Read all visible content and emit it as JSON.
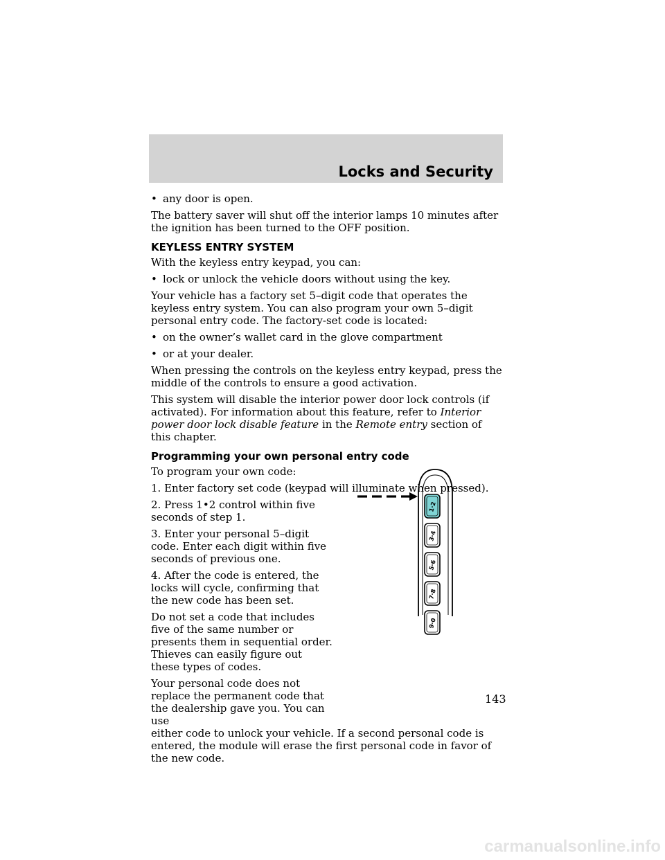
{
  "header": {
    "title": "Locks and Security"
  },
  "content": {
    "bullet_door_open": "any door is open.",
    "battery_saver": "The battery saver will shut off the interior lamps 10 minutes after the ignition has been turned to the OFF position.",
    "section_title": "KEYLESS ENTRY SYSTEM",
    "intro": "With the keyless entry keypad, you can:",
    "bullet_lock": "lock or unlock the vehicle doors without using the key.",
    "factory_code": "Your vehicle has a factory set 5–digit code that operates the keyless entry system. You can also program your own 5–digit personal entry code. The factory-set code is located:",
    "bullet_wallet": "on the owner’s wallet card in the glove compartment",
    "bullet_dealer": "or at your dealer.",
    "pressing": "When pressing the controls on the keyless entry keypad, press the middle of the controls to ensure a good activation.",
    "disable_1": "This system will disable the interior power door lock controls (if activated). For information about this feature, refer to",
    "disable_link1": "Interior power door lock disable feature",
    "disable_2": "in the",
    "disable_link2": "Remote entry",
    "disable_3": "section of this chapter.",
    "subsection_title": "Programming your own personal entry code",
    "to_program": "To program your own code:",
    "step1": "1. Enter factory set code (keypad will illuminate when pressed).",
    "step2": "2. Press 1•2 control within five seconds of step 1.",
    "step3": "3. Enter your personal 5–digit code. Enter each digit within five seconds of previous one.",
    "step4": "4. After the code is entered, the locks will cycle, confirming that the new code has been set.",
    "warning": "Do not set a code that includes five of the same number or presents them in sequential order. Thieves can easily figure out these types of codes.",
    "replace_1": "Your personal code does not replace the permanent code that the dealership gave you. You can use",
    "replace_2": "either code to unlock your vehicle. If a second personal code is entered, the module will erase the first personal code in favor of the new code."
  },
  "bullet_char": "•",
  "keypad": {
    "buttons": [
      "1·2",
      "3·4",
      "5·6",
      "7·8",
      "9·0"
    ],
    "highlight_color": "#7fd4d4"
  },
  "page_number": "143",
  "watermark": "carmanualsonline.info"
}
